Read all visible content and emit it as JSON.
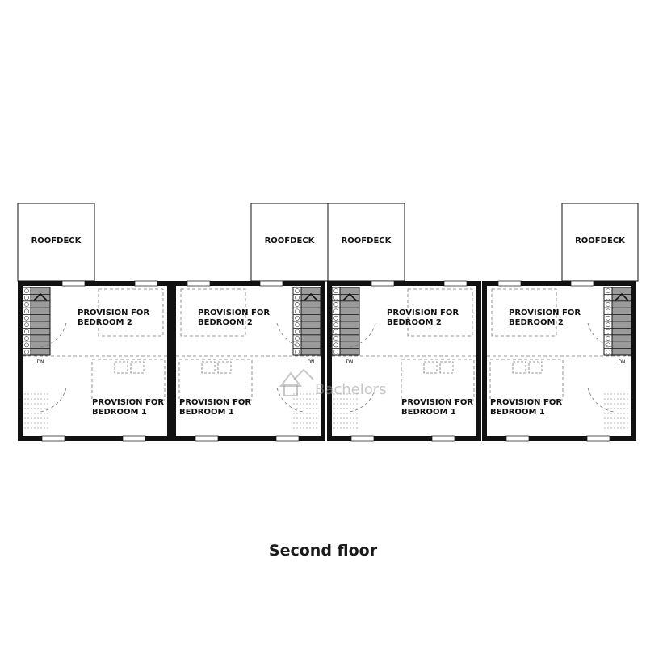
{
  "title": "Second floor",
  "units": [
    {
      "deck_label": "ROOFDECK",
      "deck_side": "left",
      "stair_side": "left",
      "bed2_label": "PROVISION FOR\nBEDROOM 2",
      "bed1_label": "PROVISION FOR\nBEDROOM 1",
      "stair_mark": "DN"
    },
    {
      "deck_label": "ROOFDECK",
      "deck_side": "right",
      "stair_side": "right",
      "bed2_label": "PROVISION FOR\nBEDROOM 2",
      "bed1_label": "PROVISION FOR\nBEDROOM 1",
      "stair_mark": "DN"
    },
    {
      "deck_label": "ROOFDECK",
      "deck_side": "left",
      "stair_side": "left",
      "bed2_label": "PROVISION FOR\nBEDROOM 2",
      "bed1_label": "PROVISION FOR\nBEDROOM 1",
      "stair_mark": "DN"
    },
    {
      "deck_label": "ROOFDECK",
      "deck_side": "right",
      "stair_side": "right",
      "bed2_label": "PROVISION FOR\nBEDROOM 2",
      "bed1_label": "PROVISION FOR\nBEDROOM 1",
      "stair_mark": "DN"
    }
  ],
  "watermark": "Bachelors",
  "colors": {
    "wall": "#111111",
    "stair_fill": "#9b9b9b",
    "dash": "#777777"
  }
}
